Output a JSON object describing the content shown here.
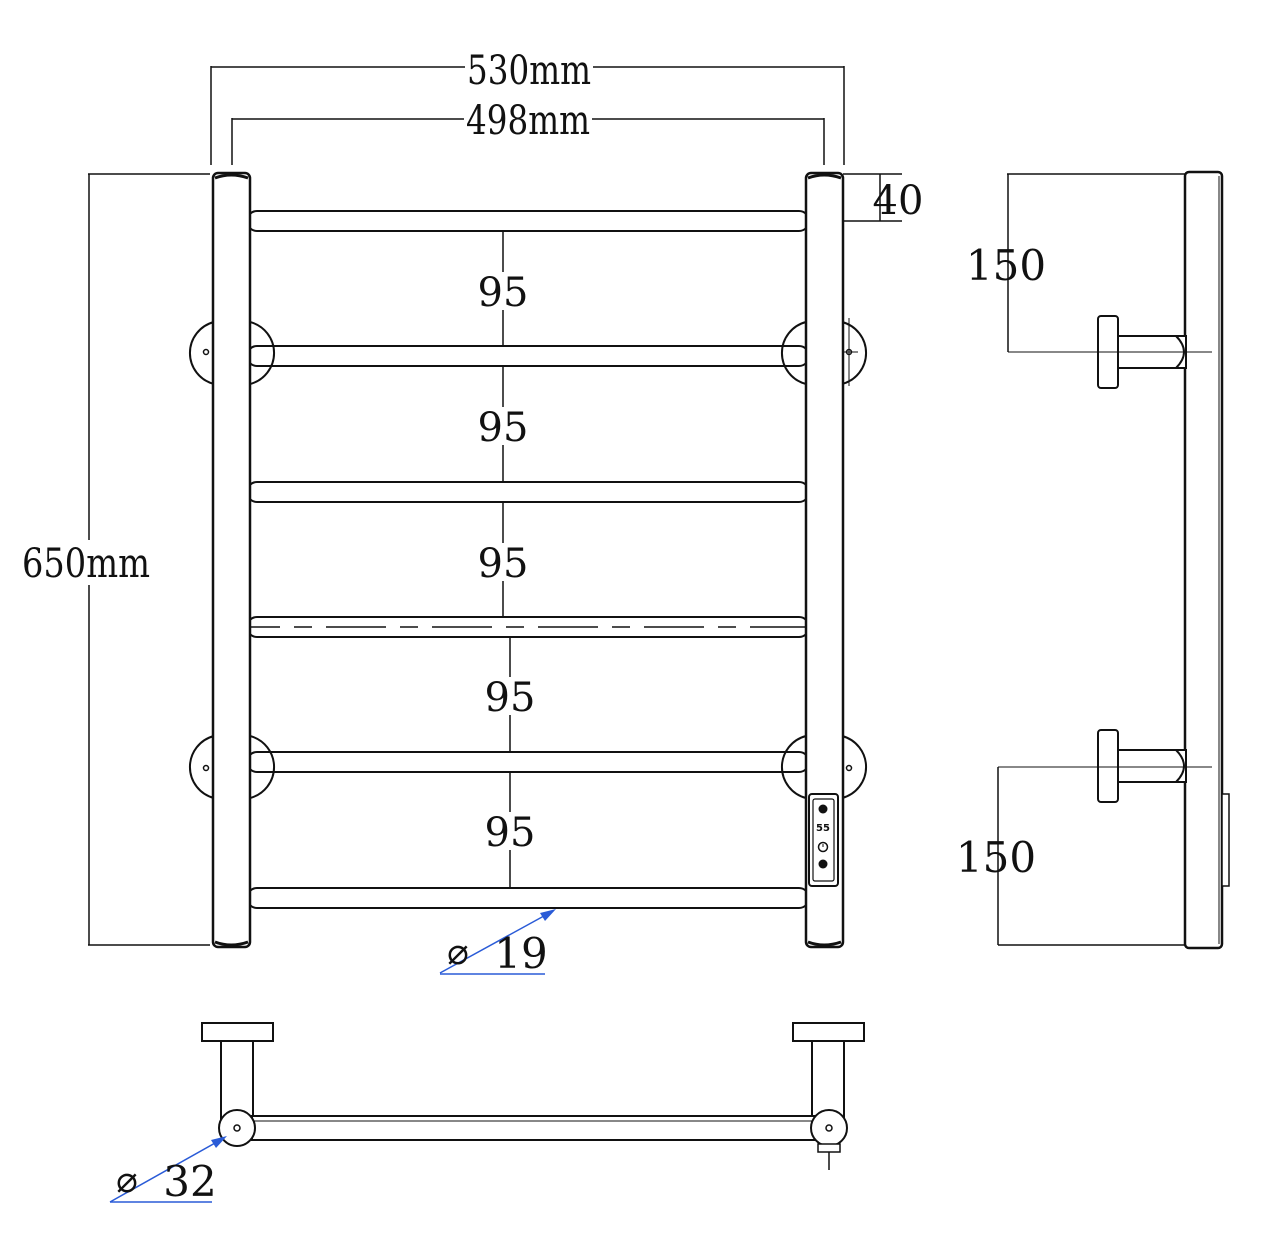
{
  "front_view": {
    "overall_width": "530mm",
    "center_width": "498mm",
    "overall_height": "650mm",
    "top_offset": "40",
    "rail_spacings": [
      "95",
      "95",
      "95",
      "95",
      "95"
    ],
    "rail_diameter": "19",
    "control_display": "55"
  },
  "side_view": {
    "top_bracket_distance": "150",
    "bottom_bracket_distance": "150"
  },
  "top_view": {
    "post_diameter": "32"
  },
  "diameter_symbol": "⌀",
  "colors": {
    "line": "#111111",
    "leader": "#2a5bd7",
    "background": "#ffffff"
  }
}
